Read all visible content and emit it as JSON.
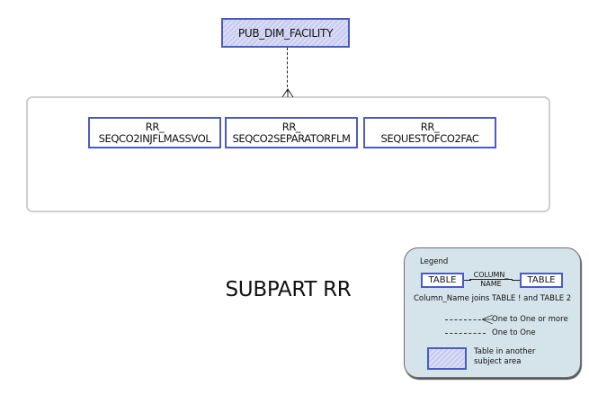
{
  "external_table": {
    "name": "PUB_DIM_FACILITY"
  },
  "subject_area": {
    "title": "SUBPART RR",
    "tables": [
      {
        "line1": "RR_",
        "line2": "SEQCO2INJFLMASSVOL"
      },
      {
        "line1": "RR_",
        "line2": "SEQCO2SEPARATORFLM"
      },
      {
        "line1": "RR_",
        "line2": "SEQUESTOFCO2FAC"
      }
    ]
  },
  "relationship": {
    "from": "PUB_DIM_FACILITY",
    "to": "SUBPART RR",
    "type": "one-to-one-or-more"
  },
  "legend": {
    "title": "Legend",
    "table_a": "TABLE",
    "table_b": "TABLE",
    "column_top": "COLUMN_",
    "column_bottom": "NAME",
    "join_text": "Column_Name joins TABLE ! and TABLE 2",
    "one_to_many": "One to One or more",
    "one_to_one": "One to One",
    "other_area_line1": "Table in another",
    "other_area_line2": "subject area"
  },
  "colors": {
    "table_border": "#4a5cc4",
    "external_fill": "#c9cdf0",
    "legend_bg": "#d5e3ea",
    "area_border": "#cfcfcf"
  }
}
